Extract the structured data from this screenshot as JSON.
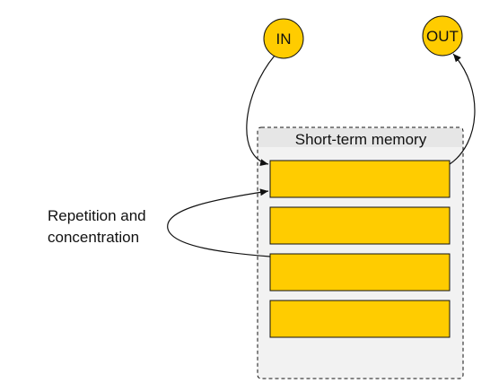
{
  "nodes": {
    "input_label": "IN",
    "output_label": "OUT"
  },
  "memory": {
    "title": "Short-term memory",
    "slot_count": 4
  },
  "loop": {
    "label_line1": "Repetition and",
    "label_line2": "concentration"
  },
  "colors": {
    "slot_fill": "#ffcc00",
    "node_fill": "#ffcc00",
    "stroke": "#111111",
    "memory_bg": "#f2f2f2",
    "memory_header_bg": "#e6e6e6"
  }
}
